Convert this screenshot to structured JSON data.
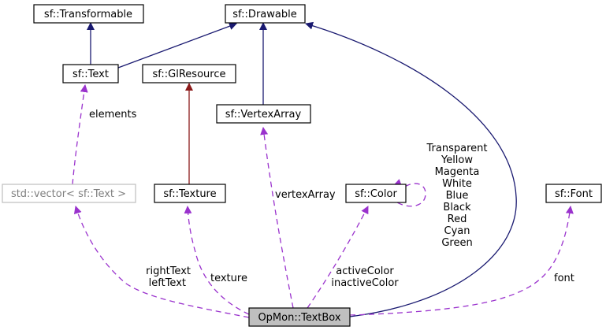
{
  "nodes": {
    "transformable": "sf::Transformable",
    "drawable": "sf::Drawable",
    "text": "sf::Text",
    "glresource": "sf::GlResource",
    "vertexarray": "sf::VertexArray",
    "vector": "std::vector< sf::Text >",
    "texture": "sf::Texture",
    "color": "sf::Color",
    "font": "sf::Font",
    "textbox": "OpMon::TextBox"
  },
  "edge_labels": {
    "elements": "elements",
    "vertexarray": "vertexArray",
    "texture": "texture",
    "font": "font",
    "vector_lines": [
      "rightText",
      "leftText"
    ],
    "color_lines": [
      "activeColor",
      "inactiveColor"
    ],
    "color_self_lines": [
      "Transparent",
      "Yellow",
      "Magenta",
      "White",
      "Blue",
      "Black",
      "Red",
      "Cyan",
      "Green"
    ]
  },
  "colors": {
    "inheritance": "#191970",
    "inheritance_glresource": "#8b1a1a",
    "usage": "#9a32cd",
    "focus_fill": "#bfbfbf"
  }
}
